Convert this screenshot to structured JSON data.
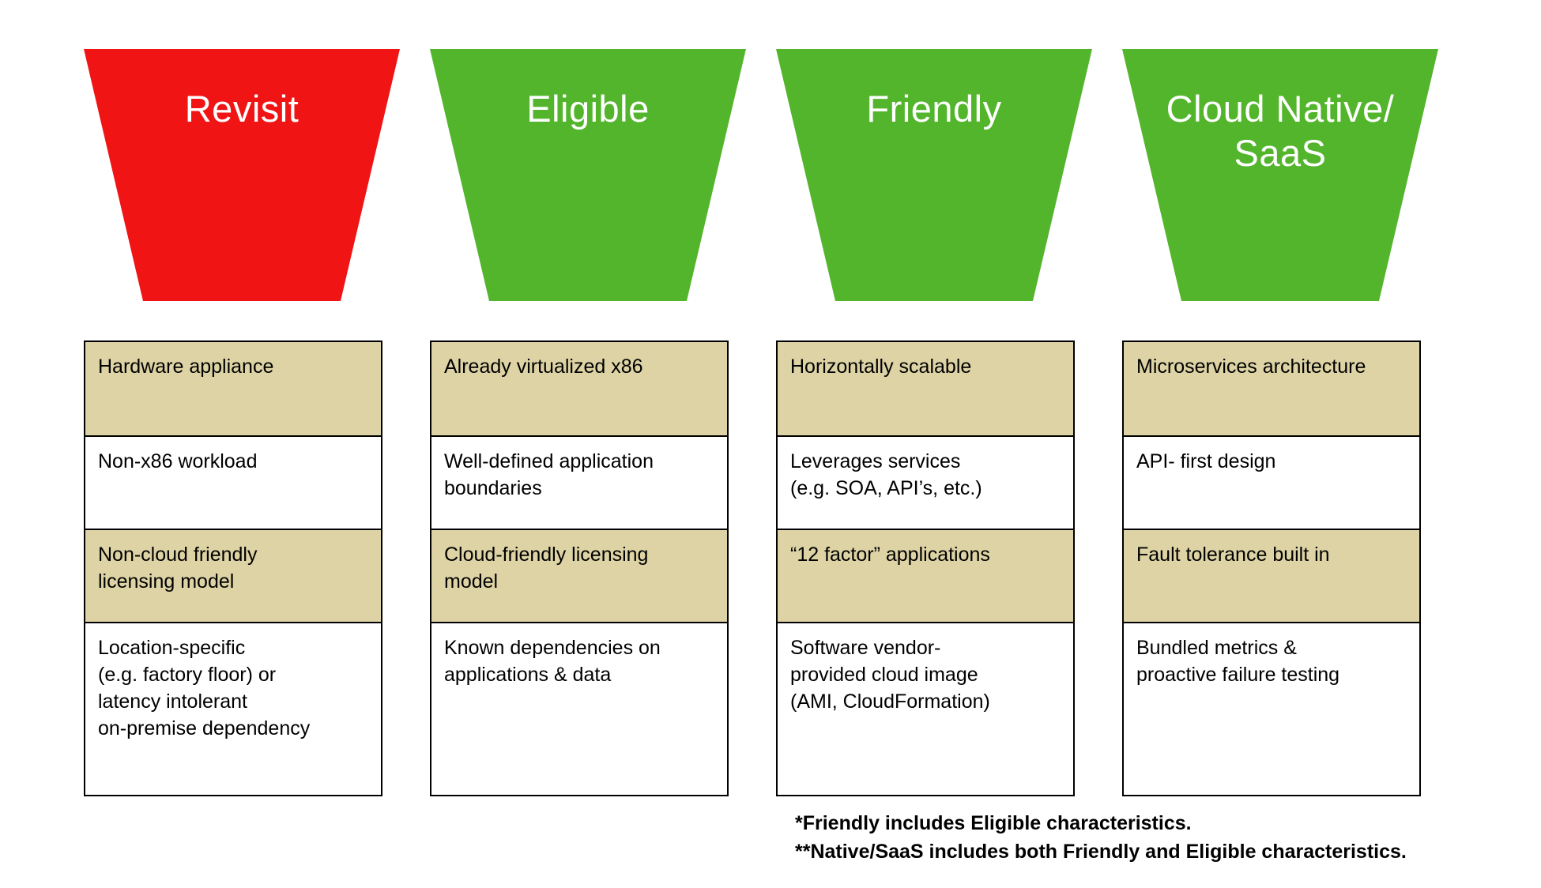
{
  "title": "Cloud migration suitability funnels",
  "colors": {
    "revisit_red": "#f11414",
    "green": "#53b52c",
    "row_tan": "#ddd3a4",
    "row_white": "#ffffff",
    "border": "#000000",
    "funnel_text": "#ffffff"
  },
  "columns": [
    {
      "funnel": {
        "label": "Revisit",
        "color": "#f11414"
      },
      "rows": [
        "Hardware appliance",
        "Non-x86 workload",
        "Non-cloud friendly\nlicensing model",
        "Location-specific\n(e.g. factory floor) or\nlatency intolerant\non-premise dependency"
      ]
    },
    {
      "funnel": {
        "label": "Eligible",
        "color": "#53b52c"
      },
      "rows": [
        "Already virtualized x86",
        "Well-defined application\nboundaries",
        "Cloud-friendly licensing\nmodel",
        "Known dependencies on\napplications & data"
      ]
    },
    {
      "funnel": {
        "label": "Friendly",
        "color": "#53b52c"
      },
      "rows": [
        "Horizontally scalable",
        "Leverages services\n(e.g. SOA, API’s, etc.)",
        "“12 factor” applications",
        "Software vendor-\nprovided cloud image\n(AMI, CloudFormation)"
      ]
    },
    {
      "funnel": {
        "label": "Cloud Native/\nSaaS",
        "color": "#53b52c"
      },
      "rows": [
        "Microservices architecture",
        "API- first design",
        "Fault tolerance built in",
        "Bundled metrics &\nproactive failure testing"
      ]
    }
  ],
  "footnotes": [
    "*Friendly includes Eligible characteristics.",
    "**Native/SaaS includes both Friendly and Eligible characteristics."
  ]
}
